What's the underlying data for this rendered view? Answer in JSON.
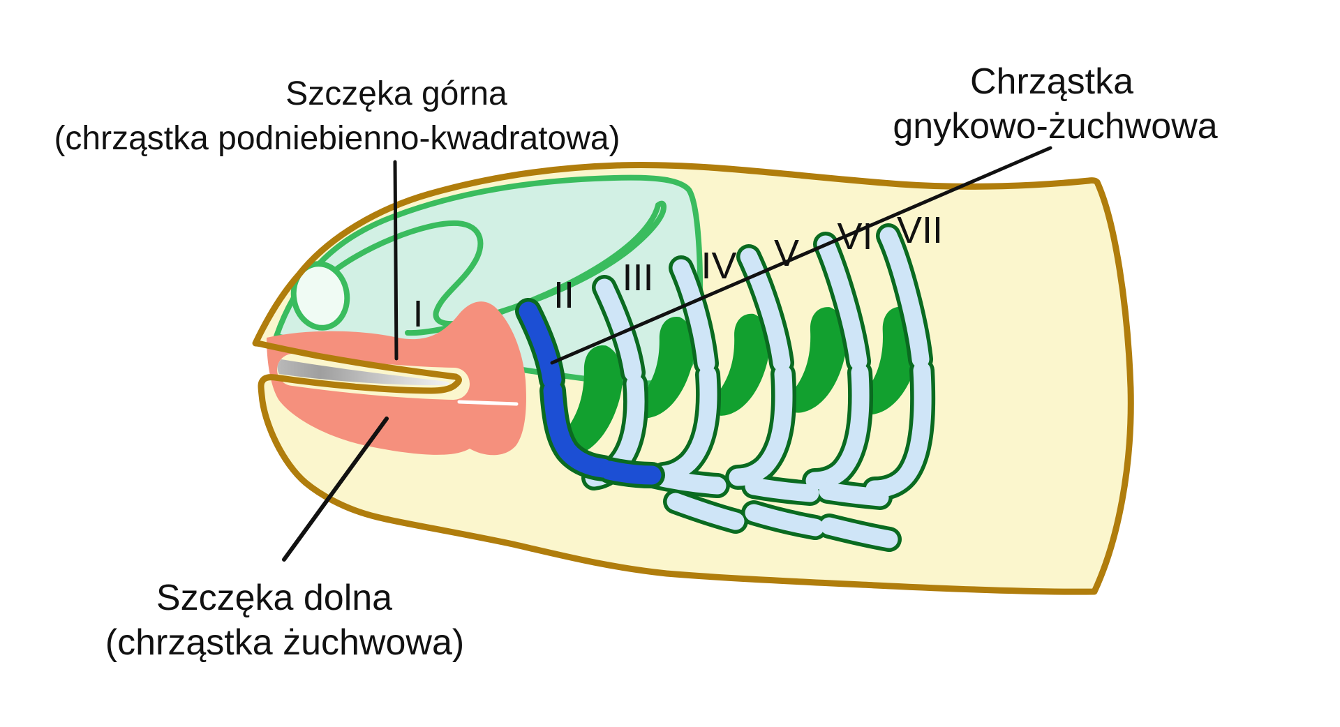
{
  "labels": {
    "upper_jaw": {
      "line1": "Szczęka górna",
      "line2": "(chrząstka podniebienno-kwadratowa)"
    },
    "hyomandibular": {
      "line1": "Chrząstka",
      "line2": "gnykowo-żuchwowa"
    },
    "lower_jaw": {
      "line1": "Szczęka dolna",
      "line2": "(chrząstka żuchwowa)"
    }
  },
  "arch_numerals": [
    "I",
    "II",
    "III",
    "IV",
    "V",
    "VI",
    "VII"
  ],
  "colors": {
    "body_fill": "#fbf6cd",
    "body_outline": "#b07d0c",
    "cranium_fill": "#d2f0e4",
    "cranium_outline": "#3abc5e",
    "jaw_cartilage": "#f5907d",
    "hyoid_arch_fill": "#1c4fd4",
    "gill_arch_fill": "#cfe5f7",
    "gill_arch_outline": "#0a6b20",
    "gill_pouch": "#12a02f",
    "mouth_shadow": "#a0a0a0",
    "label_text": "#111111",
    "leader_line": "#111111"
  }
}
